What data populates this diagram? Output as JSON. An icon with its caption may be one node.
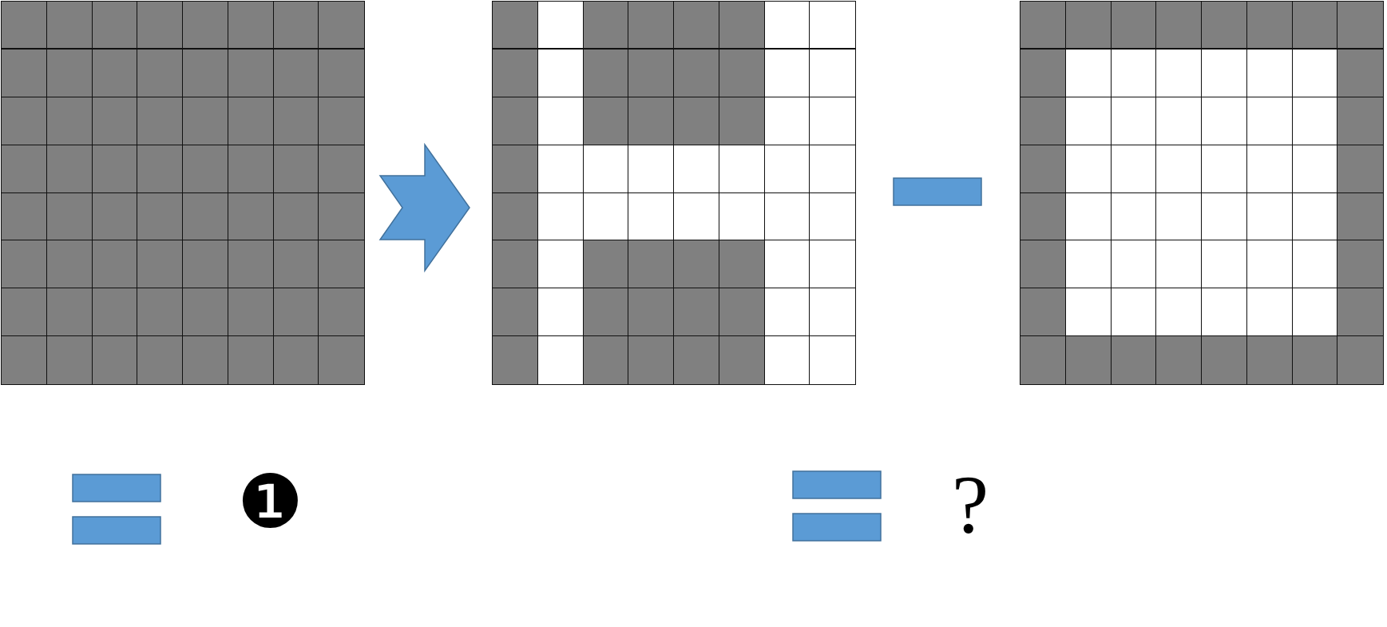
{
  "diagram": {
    "nodes": [
      {
        "text": [],
        "shape": "grid"
      },
      {
        "text": [],
        "shape": "grid"
      },
      {
        "text": [],
        "shape": "bar"
      },
      {
        "text": [],
        "shape": "grid"
      },
      {
        "text": [],
        "shape": "equals"
      },
      {
        "text": [],
        "shape": "equals"
      }
    ],
    "edges": [
      {
        "from": 0,
        "to": 1,
        "arrow": "to"
      }
    ],
    "labels": [
      "❶",
      "?"
    ]
  }
}
